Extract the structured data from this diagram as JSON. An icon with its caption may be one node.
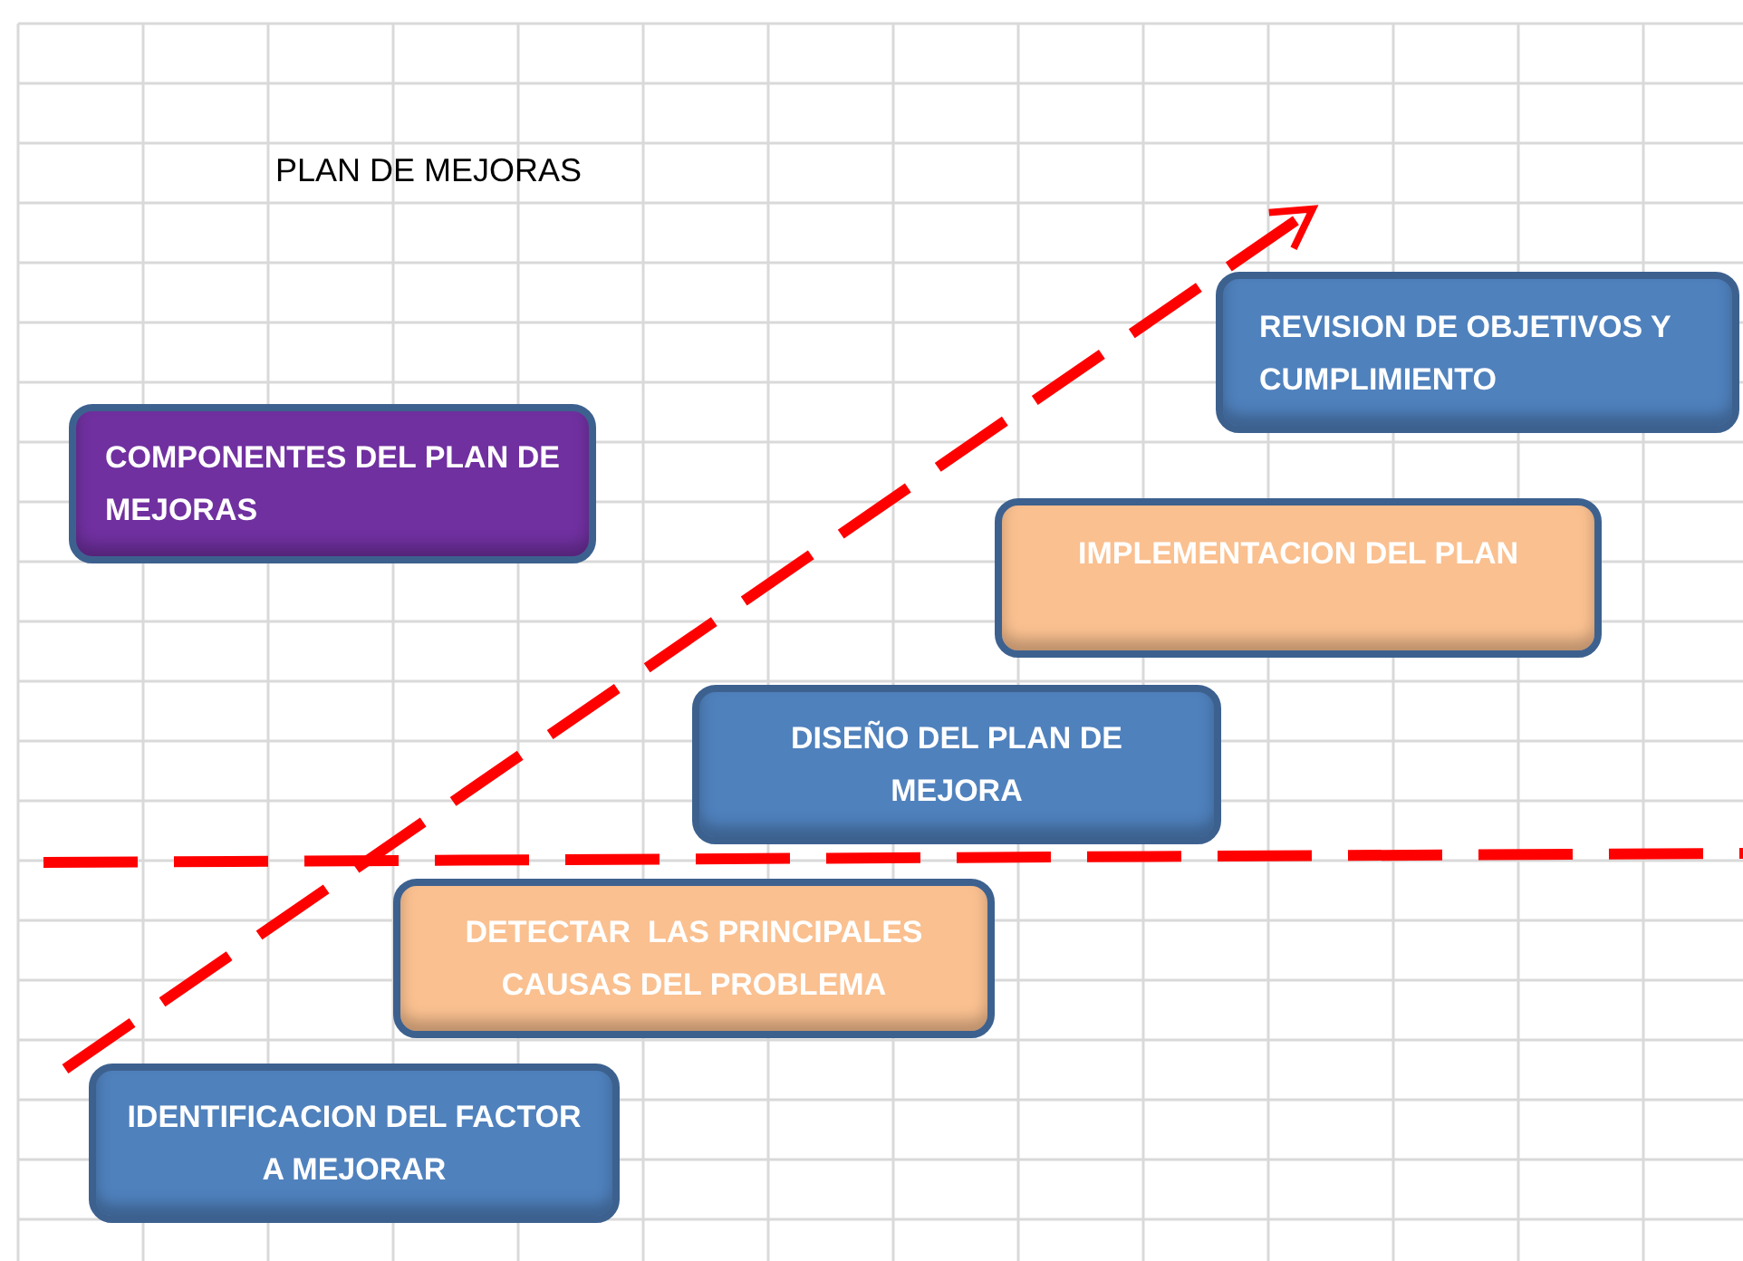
{
  "diagram": {
    "title": "PLAN DE MEJORAS",
    "nodes": [
      {
        "text": [
          "COMPONENTES DEL PLAN DE MEJORAS"
        ]
      },
      {
        "text": [
          "IDENTIFICACION DEL FACTOR A MEJORAR"
        ]
      },
      {
        "text": [
          "DETECTAR  LAS PRINCIPALES CAUSAS DEL PROBLEMA"
        ]
      },
      {
        "text": [
          "DISEÑO DEL PLAN DE MEJORA"
        ]
      },
      {
        "text": [
          "IMPLEMENTACION DEL PLAN"
        ]
      },
      {
        "text": [
          "REVISION DE OBJETIVOS Y CUMPLIMIENTO"
        ]
      }
    ]
  }
}
